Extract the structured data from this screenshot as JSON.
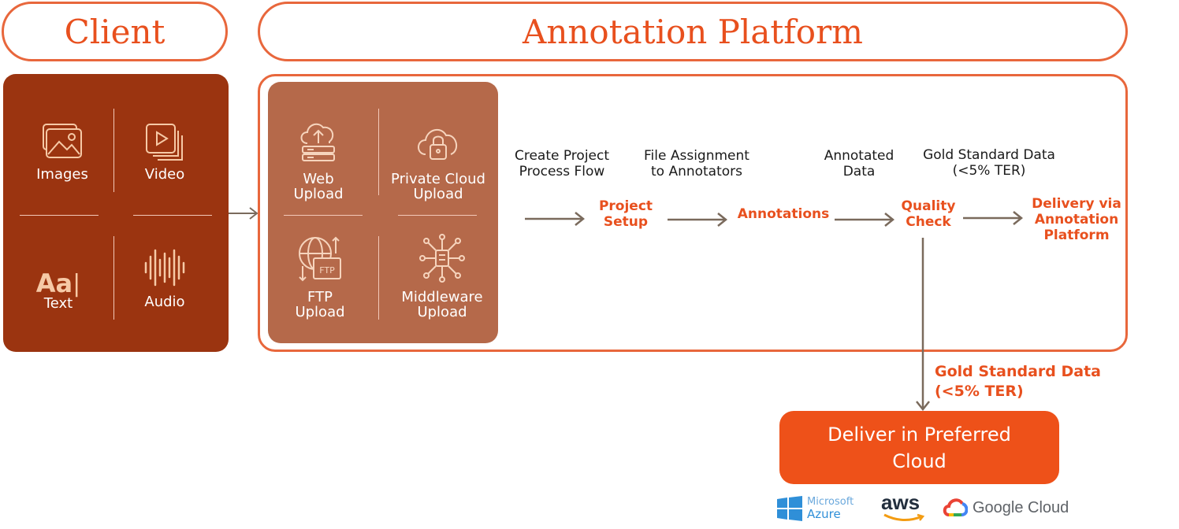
{
  "headers": {
    "client": "Client",
    "platform": "Annotation Platform"
  },
  "client_items": [
    {
      "label": "Images",
      "icon": "images-icon"
    },
    {
      "label": "Video",
      "icon": "video-icon"
    },
    {
      "label": "Text",
      "icon": "text-icon"
    },
    {
      "label": "Audio",
      "icon": "audio-icon"
    }
  ],
  "text_glyph": "Aa",
  "upload_items": [
    {
      "line1": "Web",
      "line2": "Upload",
      "icon": "cloud-upload-icon"
    },
    {
      "line1": "Private Cloud",
      "line2": "Upload",
      "icon": "cloud-lock-icon"
    },
    {
      "line1": "FTP",
      "line2": "Upload",
      "icon": "ftp-icon"
    },
    {
      "line1": "Middleware",
      "line2": "Upload",
      "icon": "middleware-icon"
    }
  ],
  "ftp_badge": "FTP",
  "flow": {
    "create_line1": "Create Project",
    "create_line2": "Process Flow",
    "assign_line1": "File Assignment",
    "assign_line2": "to Annotators",
    "annotated_line1": "Annotated",
    "annotated_line2": "Data",
    "gold_line1": "Gold Standard Data",
    "gold_line2": "(<5% TER)",
    "setup_line1": "Project",
    "setup_line2": "Setup",
    "annotations": "Annotations",
    "quality_line1": "Quality",
    "quality_line2": "Check",
    "delivery_line1": "Delivery via",
    "delivery_line2": "Annotation",
    "delivery_line3": "Platform",
    "gold_orange_line1": "Gold Standard Data",
    "gold_orange_line2": "(<5% TER)"
  },
  "deliver": {
    "line1": "Deliver in Preferred",
    "line2": "Cloud"
  },
  "clouds": {
    "azure_line1": "Microsoft",
    "azure_line2": "Azure",
    "aws": "aws",
    "google": "Google Cloud"
  },
  "colors": {
    "accent": "#e8501e",
    "client_box": "#9b3410",
    "upload_box": "#b5694a",
    "arrow": "#7a6a5c",
    "deliver_button": "#ee5119"
  }
}
